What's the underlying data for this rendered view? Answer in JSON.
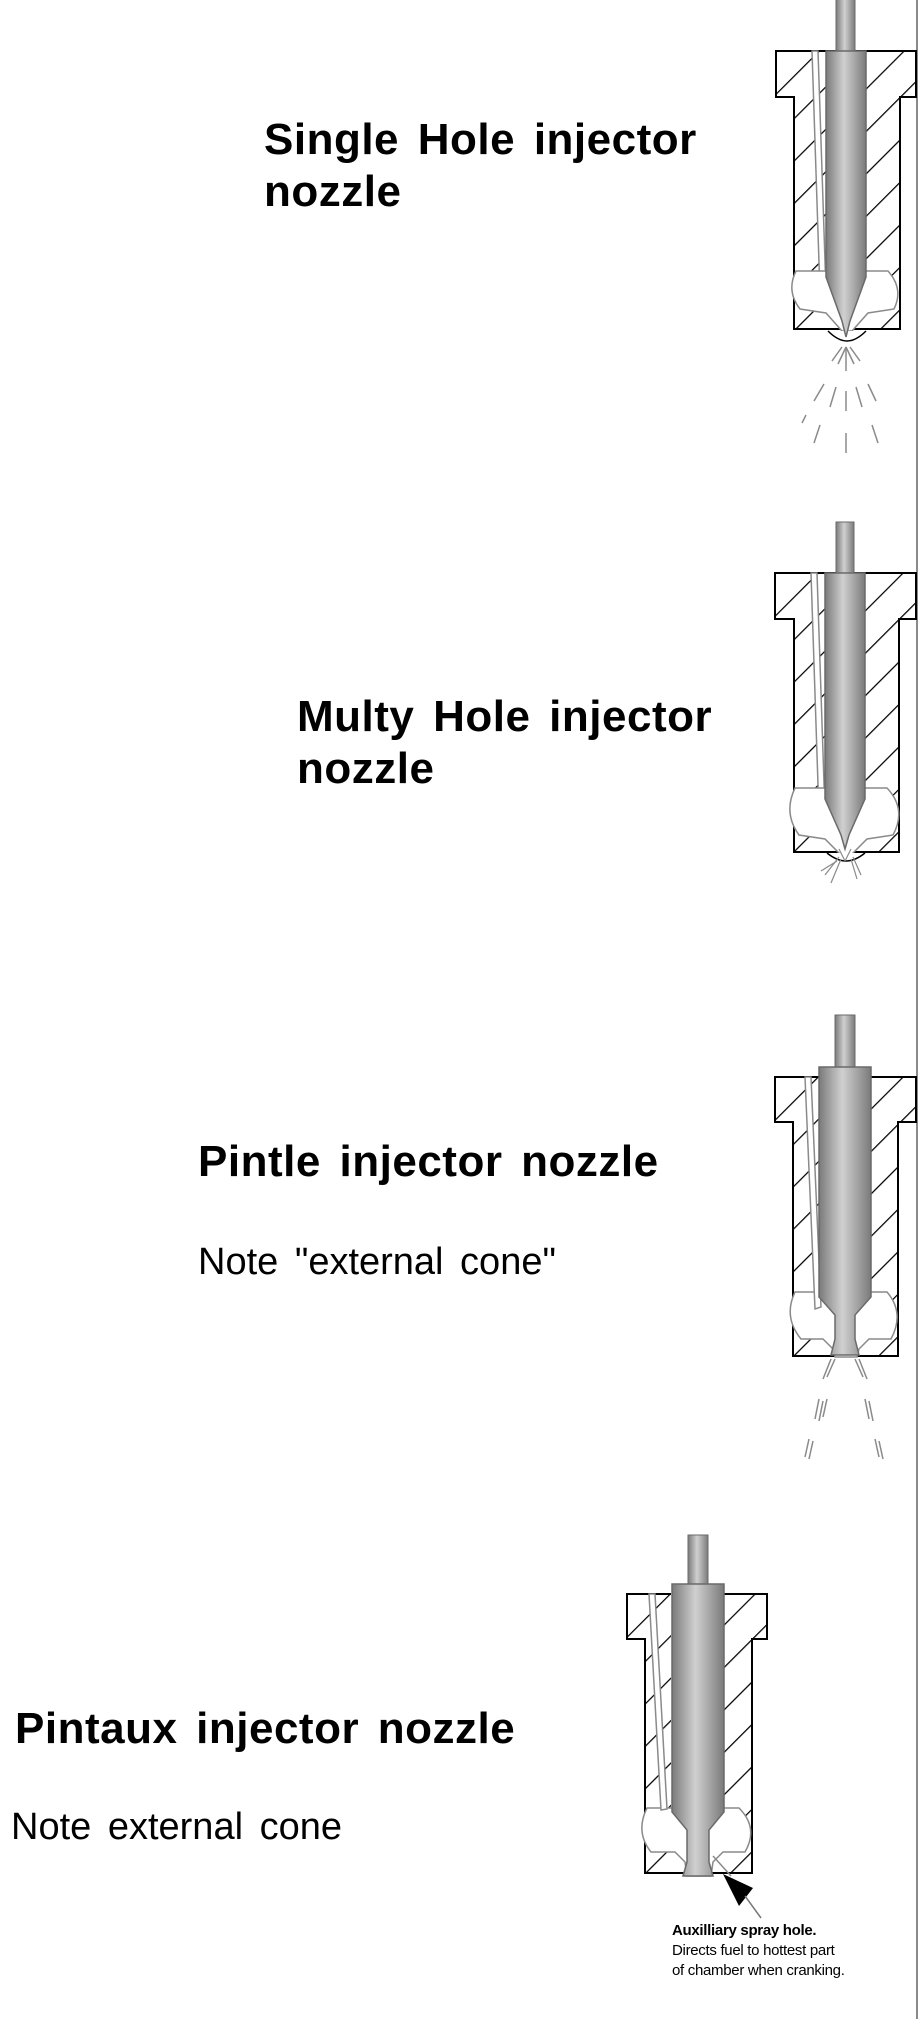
{
  "slide": {
    "sections": [
      {
        "id": "single-hole",
        "title_lines": [
          "Single Hole injector",
          "nozzle"
        ],
        "note": null
      },
      {
        "id": "multi-hole",
        "title_lines": [
          "Multy Hole injector",
          "nozzle"
        ],
        "note": null
      },
      {
        "id": "pintle",
        "title_lines": [
          "Pintle injector nozzle"
        ],
        "note": "Note \"external cone\""
      },
      {
        "id": "pintaux",
        "title_lines": [
          "Pintaux injector nozzle"
        ],
        "note": "Note external cone",
        "callout": {
          "bold": "Auxilliary spray hole.",
          "lines": [
            "Directs fuel to hottest part",
            "of chamber when cranking."
          ]
        }
      }
    ]
  },
  "colors": {
    "background": "#ffffff",
    "text": "#000000",
    "needle": "#a8a8a8",
    "outline_gray": "#8a8a8a",
    "separator": "#8a8a8a"
  }
}
